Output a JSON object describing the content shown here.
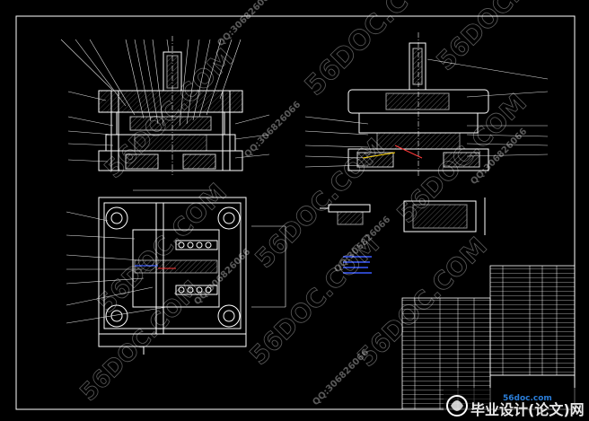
{
  "watermarks": {
    "domain": "56DOC.COM",
    "qq": "QQ:306826066"
  },
  "footer_logo": {
    "url_text": "56doc.com",
    "title": "毕业设计(论文)网"
  },
  "colors": {
    "background": "#000000",
    "outline": "#ffffff",
    "leader": "#e0e0e0",
    "hatch": "#d9d9d9",
    "accent_blue": "#3b5bff",
    "accent_red": "#ff3b3b",
    "accent_yellow": "#ffd400"
  }
}
